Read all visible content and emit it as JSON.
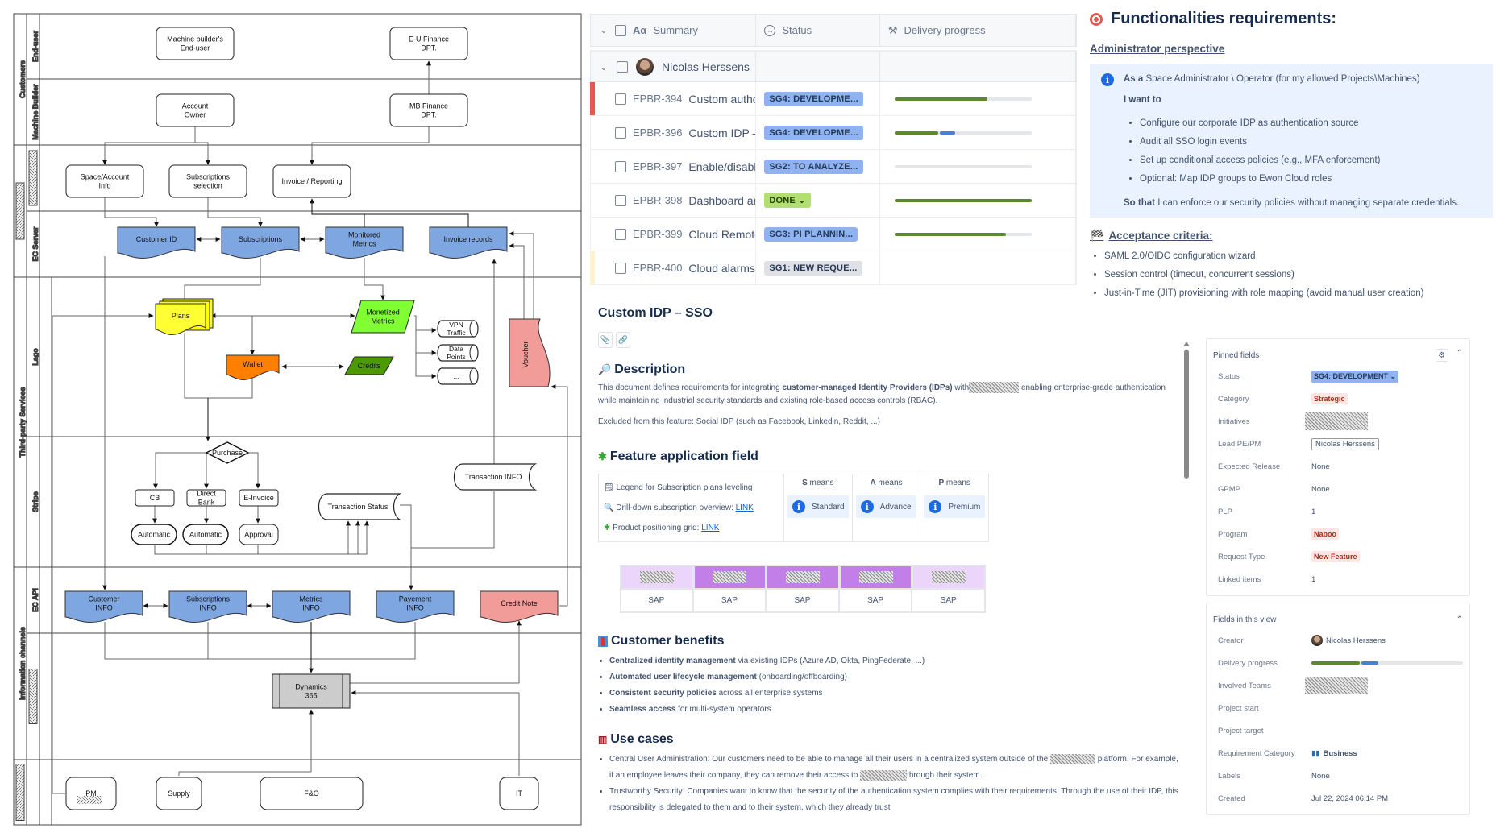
{
  "diagram": {
    "pools": [
      {
        "label": "Customers",
        "lanes": [
          "End-user",
          "Machine Builder"
        ]
      },
      {
        "label": "[redacted]",
        "lanes": [
          "[redacted]",
          "EC Server"
        ]
      },
      {
        "label": "Third-party Services",
        "lanes": [
          "Lago",
          "Stripe"
        ]
      },
      {
        "label": "Information channels",
        "lanes": [
          "EC API",
          "[redacted]"
        ]
      },
      {
        "label": "[redacted]",
        "lanes": [
          ""
        ]
      }
    ],
    "nodes": {
      "mb_end_user": [
        "Machine builder's",
        "End-user"
      ],
      "eu_finance": [
        "E-U Finance",
        "DPT."
      ],
      "account_owner": [
        "Account",
        "Owner"
      ],
      "mb_finance": [
        "MB Finance",
        "DPT."
      ],
      "space_account": [
        "Space/Account",
        "Info"
      ],
      "subs_selection": [
        "Subscriptions",
        "selection"
      ],
      "invoice_reporting": [
        "Invoice / Reporting"
      ],
      "customer_id": [
        "Customer ID"
      ],
      "subscriptions": [
        "Subscriptions"
      ],
      "monitored_metrics": [
        "Monitored",
        "Metrics"
      ],
      "invoice_records": [
        "Invoice records"
      ],
      "plans": [
        "Plans"
      ],
      "monetized_metrics": [
        "Monetized",
        "Metrics"
      ],
      "wallet": [
        "Wallet"
      ],
      "credits": [
        "Credits"
      ],
      "vpn_traffic": [
        "VPN",
        "Traffic"
      ],
      "data_points": [
        "Data",
        "Points"
      ],
      "more": [
        "..."
      ],
      "voucher": [
        "Voucher"
      ],
      "purchase": [
        "Purchase"
      ],
      "cb": [
        "CB"
      ],
      "direct_bank": [
        "Direct",
        "Bank"
      ],
      "e_invoice": [
        "E-Invoice"
      ],
      "automatic1": [
        "Automatic"
      ],
      "automatic2": [
        "Automatic"
      ],
      "approval": [
        "Approval"
      ],
      "transaction_status": [
        "Transaction Status"
      ],
      "transaction_info": [
        "Transaction INFO"
      ],
      "customer_info": [
        "Customer",
        "INFO"
      ],
      "subscriptions_info": [
        "Subscriptions",
        "INFO"
      ],
      "metrics_info": [
        "Metrics",
        "INFO"
      ],
      "payement_info": [
        "Payement",
        "INFO"
      ],
      "credit_note": [
        "Credit Note"
      ],
      "dynamics": [
        "Dynamics",
        "365"
      ],
      "pm": [
        "PM"
      ],
      "supply": [
        "Supply"
      ],
      "fo": [
        "F&O"
      ],
      "it": [
        "IT"
      ]
    }
  },
  "table": {
    "headers": {
      "summary": "Summary",
      "status": "Status",
      "progress": "Delivery progress"
    },
    "group": {
      "name": "Nicolas Herssens"
    },
    "rows": [
      {
        "key": "EPBR-394",
        "summary": "Custom authc",
        "status": "SG4: DEVELOPME...",
        "status_color": "blue",
        "progress_done": 0.68,
        "progress_inprog": 0,
        "accent": "#e5574f"
      },
      {
        "key": "EPBR-396",
        "summary": "Custom IDP –",
        "status": "SG4: DEVELOPME...",
        "status_color": "blue",
        "progress_done": 0.32,
        "progress_inprog": 0.11,
        "accent": ""
      },
      {
        "key": "EPBR-397",
        "summary": "Enable/disabl",
        "status": "SG2: TO ANALYZE...",
        "status_color": "blue",
        "progress_done": 0,
        "progress_inprog": 0,
        "accent": ""
      },
      {
        "key": "EPBR-398",
        "summary": "Dashboard ar",
        "status": "DONE",
        "status_color": "green",
        "progress_done": 1.0,
        "progress_inprog": 0,
        "accent": ""
      },
      {
        "key": "EPBR-399",
        "summary": "Cloud Remote",
        "status": "SG3: PI PLANNIN...",
        "status_color": "blue",
        "progress_done": 0.81,
        "progress_inprog": 0,
        "accent": ""
      },
      {
        "key": "EPBR-400",
        "summary": "Cloud alarms",
        "status": "SG1: NEW REQUE...",
        "status_color": "grey",
        "progress_done": null,
        "progress_inprog": null,
        "accent": "#fdf3d0"
      }
    ]
  },
  "requirements": {
    "title": "Functionalities requirements:",
    "perspective": "Administrator perspective",
    "as_a_label": "As a",
    "as_a": "Space Administrator \\ Operator (for my allowed Projects\\Machines)",
    "i_want_to": "I want to",
    "wants": [
      "Configure our corporate IDP as authentication source",
      "Audit all SSO login events",
      "Set up conditional access policies (e.g., MFA enforcement)",
      "Optional: Map IDP groups to Ewon Cloud roles"
    ],
    "so_that_label": "So that",
    "so_that": "I can enforce our security policies without managing separate credentials.",
    "acceptance_title": "Acceptance criteria:",
    "acceptance": [
      "SAML 2.0/OIDC configuration wizard",
      "Session control (timeout, concurrent sessions)",
      "Just-in-Time (JIT) provisioning with role mapping (avoid manual user creation)"
    ]
  },
  "doc": {
    "title": "Custom IDP – SSO",
    "description_title": "Description",
    "description_1a": "This document defines requirements for integrating ",
    "description_1b": "customer-managed Identity Providers (IDPs)",
    "description_1c": " with",
    "description_1d": " enabling enterprise-grade authentication while maintaining industrial security standards and existing role-based access controls (RBAC).",
    "description_2": "Excluded from this feature: Social IDP (such as Facebook, Linkedin, Reddit, ...)",
    "feature_title": "Feature application field",
    "legend_label": "Legend for Subscription plans leveling",
    "drilldown_label": "Drill-down subscription overview:",
    "positioning_label": "Product positioning grid:",
    "link_label": "LINK",
    "plans": [
      {
        "letter": "S",
        "means": "means",
        "name": "Standard"
      },
      {
        "letter": "A",
        "means": "means",
        "name": "Advance"
      },
      {
        "letter": "P",
        "means": "means",
        "name": "Premium"
      }
    ],
    "sap_row": [
      {
        "label": "SAP",
        "highlighted": false
      },
      {
        "label": "SAP",
        "highlighted": true
      },
      {
        "label": "SAP",
        "highlighted": true
      },
      {
        "label": "SAP",
        "highlighted": true
      },
      {
        "label": "SAP",
        "highlighted": false
      }
    ],
    "benefits_title": "Customer benefits",
    "benefits": [
      {
        "bold": "Centralized identity management",
        "rest": " via existing IDPs (Azure AD, Okta, PingFederate, ...)"
      },
      {
        "bold": "Automated user lifecycle management",
        "rest": " (onboarding/offboarding)"
      },
      {
        "bold": "Consistent security policies",
        "rest": " across all enterprise systems"
      },
      {
        "bold": "Seamless access",
        "rest": " for multi-system operators"
      }
    ],
    "usecases_title": "Use cases",
    "usecase_1a": "Central User Administration: Our customers need to be able to manage all their users in a centralized system outside of the ",
    "usecase_1b": " platform. For example, if an employee leaves their company, they can remove their access to ",
    "usecase_1c": "through their system.",
    "usecase_2": "Trustworthy Security: Companies want to know that the security of the authentication system complies with their requirements. Through the use of their IDP, this responsibility is delegated to them and to their system, which they already trust"
  },
  "side": {
    "pinned_title": "Pinned fields",
    "pinned": [
      {
        "label": "Status",
        "value": "SG4: DEVELOPMENT",
        "type": "status"
      },
      {
        "label": "Category",
        "value": "Strategic",
        "type": "tag"
      },
      {
        "label": "Initiatives",
        "value": "",
        "type": "redacted"
      },
      {
        "label": "Lead PE/PM",
        "value": "Nicolas Herssens",
        "type": "user"
      },
      {
        "label": "Expected Release",
        "value": "None",
        "type": "text"
      },
      {
        "label": "GPMP",
        "value": "None",
        "type": "text"
      },
      {
        "label": "PLP",
        "value": "1",
        "type": "text"
      },
      {
        "label": "Program",
        "value": "Naboo",
        "type": "tag"
      },
      {
        "label": "Request Type",
        "value": "New Feature",
        "type": "tag"
      },
      {
        "label": "Linked items",
        "value": "1",
        "type": "text"
      }
    ],
    "view_title": "Fields in this view",
    "view": [
      {
        "label": "Creator",
        "value": "Nicolas Herssens",
        "type": "user-plain"
      },
      {
        "label": "Delivery progress",
        "value": "",
        "type": "progress",
        "done": 0.32,
        "inprog": 0.11
      },
      {
        "label": "Involved Teams",
        "value": "",
        "type": "redacted"
      },
      {
        "label": "Project start",
        "value": "",
        "type": "text"
      },
      {
        "label": "Project target",
        "value": "",
        "type": "text"
      },
      {
        "label": "Requirement Category",
        "value": "Business",
        "type": "book"
      },
      {
        "label": "Labels",
        "value": "None",
        "type": "text"
      },
      {
        "label": "Created",
        "value": "Jul 22, 2024 06:14 PM",
        "type": "text"
      }
    ]
  }
}
